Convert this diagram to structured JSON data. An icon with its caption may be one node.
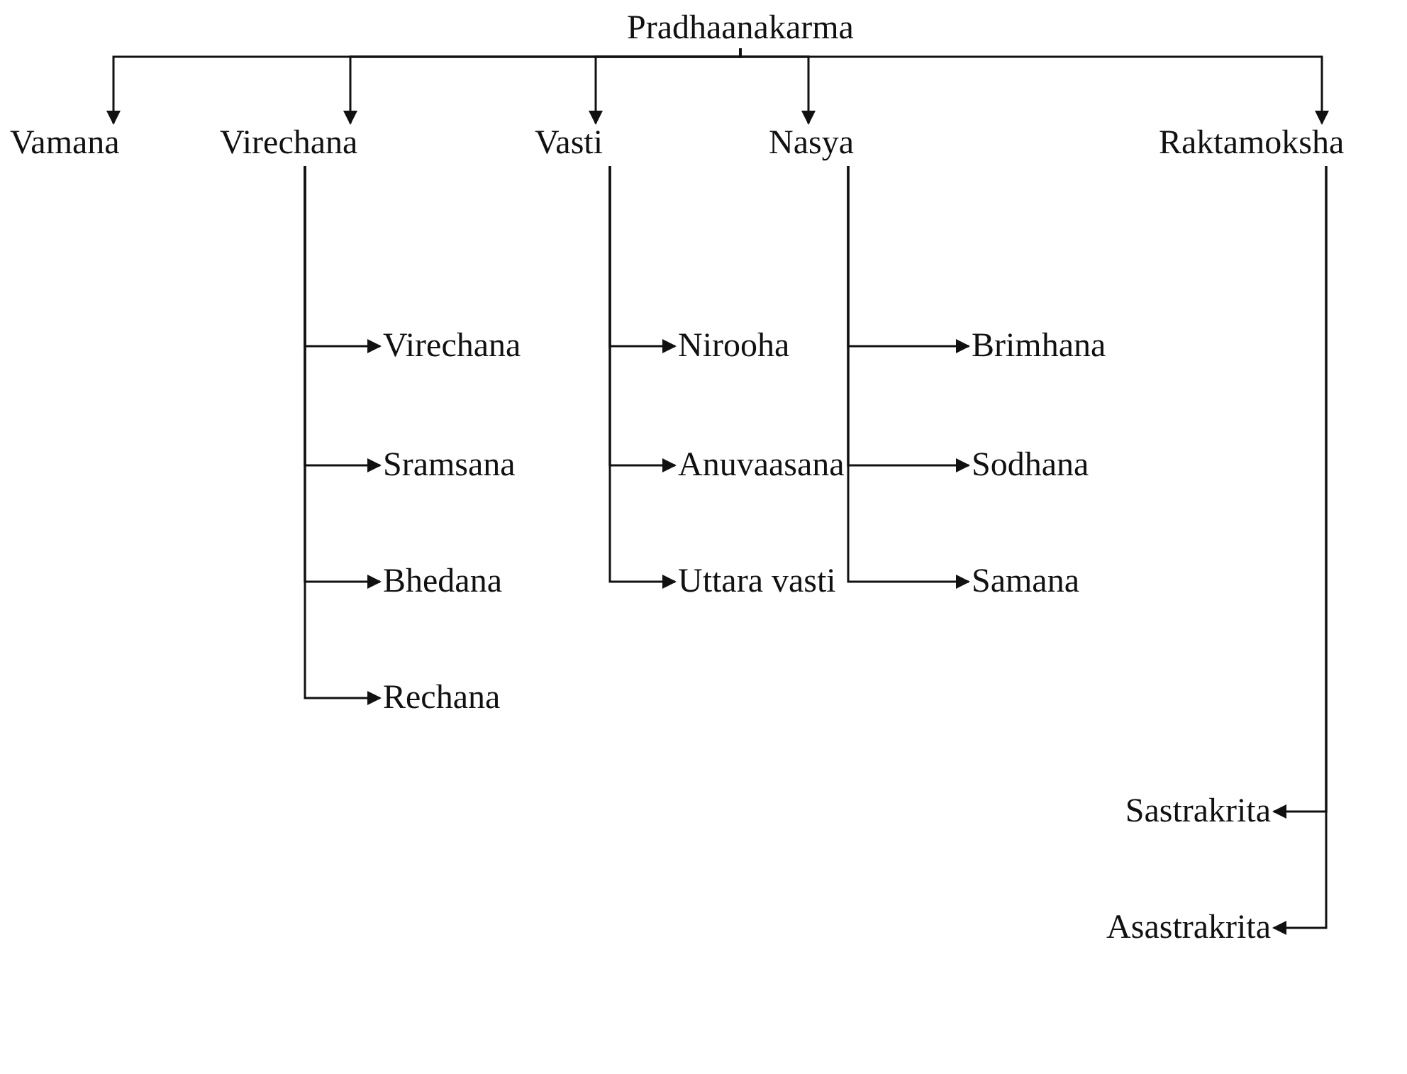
{
  "diagram": {
    "nodes": [
      {
        "text": [
          "Pradhaanakarma"
        ]
      },
      {
        "text": [
          "Vamana"
        ]
      },
      {
        "text": [
          "Virechana"
        ]
      },
      {
        "text": [
          "Vasti"
        ]
      },
      {
        "text": [
          "Nasya"
        ]
      },
      {
        "text": [
          "Raktamoksha"
        ]
      },
      {
        "text": [
          "Virechana"
        ]
      },
      {
        "text": [
          "Sramsana"
        ]
      },
      {
        "text": [
          "Bhedana"
        ]
      },
      {
        "text": [
          "Rechana"
        ]
      },
      {
        "text": [
          "Nirooha"
        ]
      },
      {
        "text": [
          "Anuvaasana"
        ]
      },
      {
        "text": [
          "Uttara vasti"
        ]
      },
      {
        "text": [
          "Brimhana"
        ]
      },
      {
        "text": [
          "Sodhana"
        ]
      },
      {
        "text": [
          "Samana"
        ]
      },
      {
        "text": [
          "Sastrakrita"
        ]
      },
      {
        "text": [
          "Asastrakrita"
        ]
      }
    ],
    "edges": [
      {
        "from": 0,
        "to": 1,
        "arrow": "to"
      },
      {
        "from": 0,
        "to": 2,
        "arrow": "to"
      },
      {
        "from": 0,
        "to": 3,
        "arrow": "to"
      },
      {
        "from": 0,
        "to": 4,
        "arrow": "to"
      },
      {
        "from": 0,
        "to": 5,
        "arrow": "to"
      },
      {
        "from": 2,
        "to": 6,
        "arrow": "to"
      },
      {
        "from": 2,
        "to": 7,
        "arrow": "to"
      },
      {
        "from": 2,
        "to": 8,
        "arrow": "to"
      },
      {
        "from": 2,
        "to": 9,
        "arrow": "to"
      },
      {
        "from": 3,
        "to": 10,
        "arrow": "to"
      },
      {
        "from": 3,
        "to": 11,
        "arrow": "to"
      },
      {
        "from": 3,
        "to": 12,
        "arrow": "to"
      },
      {
        "from": 4,
        "to": 13,
        "arrow": "to"
      },
      {
        "from": 4,
        "to": 14,
        "arrow": "to"
      },
      {
        "from": 4,
        "to": 15,
        "arrow": "to"
      },
      {
        "from": 5,
        "to": 16,
        "arrow": "to"
      },
      {
        "from": 5,
        "to": 17,
        "arrow": "to"
      }
    ]
  }
}
